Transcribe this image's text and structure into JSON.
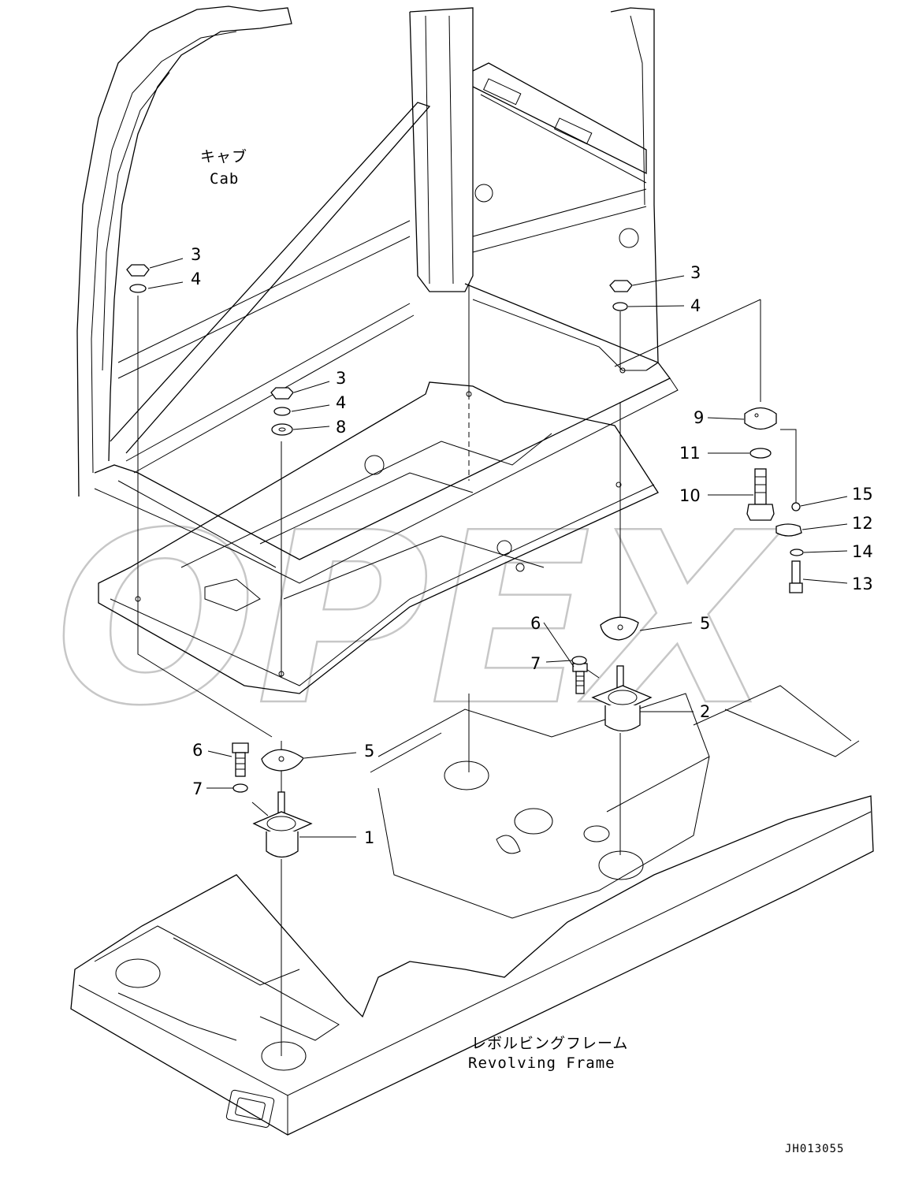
{
  "captions": {
    "cab_jp": "キャブ",
    "cab_en": "Cab",
    "frame_jp": "レボルビングフレーム",
    "frame_en": "Revolving Frame"
  },
  "watermark": "OPEX",
  "doc_id": "JH013055",
  "callouts": [
    {
      "id": "c3a",
      "num": "3"
    },
    {
      "id": "c4a",
      "num": "4"
    },
    {
      "id": "c3b",
      "num": "3"
    },
    {
      "id": "c4b",
      "num": "4"
    },
    {
      "id": "c8",
      "num": "8"
    },
    {
      "id": "c3c",
      "num": "3"
    },
    {
      "id": "c4c",
      "num": "4"
    },
    {
      "id": "c9",
      "num": "9"
    },
    {
      "id": "c11",
      "num": "11"
    },
    {
      "id": "c10",
      "num": "10"
    },
    {
      "id": "c15",
      "num": "15"
    },
    {
      "id": "c12",
      "num": "12"
    },
    {
      "id": "c14",
      "num": "14"
    },
    {
      "id": "c13",
      "num": "13"
    },
    {
      "id": "c6a",
      "num": "6"
    },
    {
      "id": "c5a",
      "num": "5"
    },
    {
      "id": "c7a",
      "num": "7"
    },
    {
      "id": "c2",
      "num": "2"
    },
    {
      "id": "c6b",
      "num": "6"
    },
    {
      "id": "c5b",
      "num": "5"
    },
    {
      "id": "c7b",
      "num": "7"
    },
    {
      "id": "c1",
      "num": "1"
    }
  ]
}
